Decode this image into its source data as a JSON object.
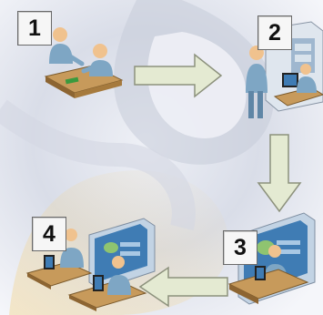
{
  "steps": [
    {
      "number": "1"
    },
    {
      "number": "2"
    },
    {
      "number": "3"
    },
    {
      "number": "4"
    }
  ],
  "colors": {
    "arrow_fill": "#e4ead2",
    "arrow_stroke": "#8c917c",
    "desk_top": "#c79a5b",
    "person_skin": "#f0c28e",
    "person_shirt": "#7ea6c4",
    "screen_blue": "#3f7cb4"
  }
}
